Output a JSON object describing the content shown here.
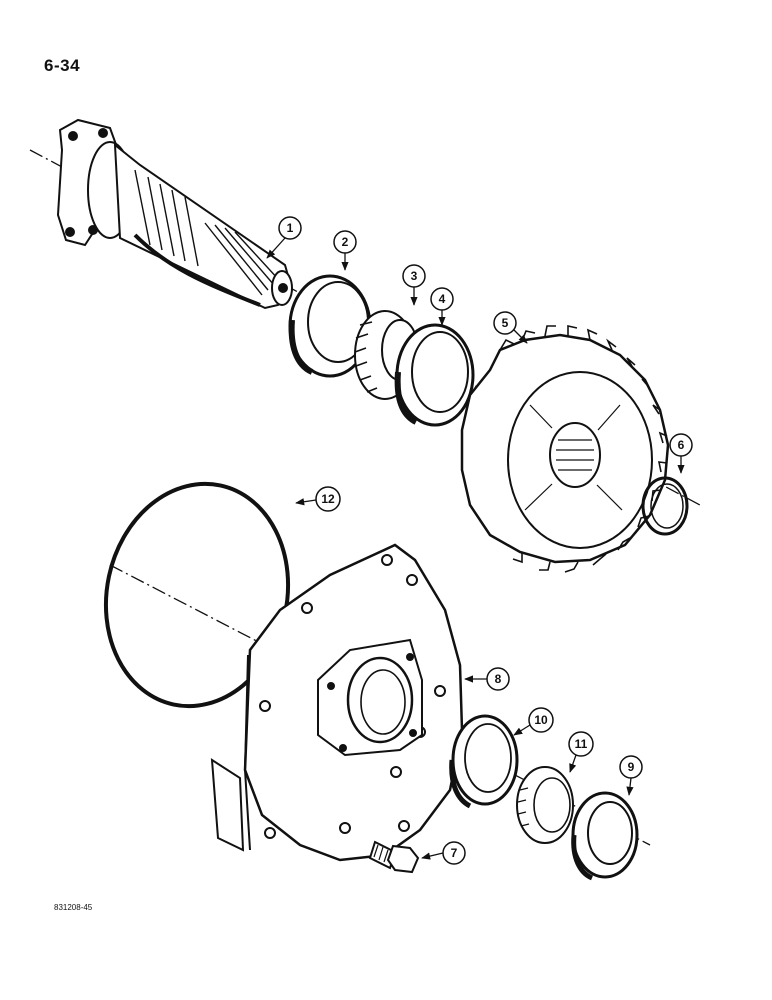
{
  "page": {
    "number": "6-34",
    "drawing_id": "831208-45"
  },
  "callouts": [
    {
      "id": "1",
      "label": "1"
    },
    {
      "id": "2",
      "label": "2"
    },
    {
      "id": "3",
      "label": "3"
    },
    {
      "id": "4",
      "label": "4"
    },
    {
      "id": "5",
      "label": "5"
    },
    {
      "id": "6",
      "label": "6"
    },
    {
      "id": "7",
      "label": "7"
    },
    {
      "id": "8",
      "label": "8"
    },
    {
      "id": "9",
      "label": "9"
    },
    {
      "id": "10",
      "label": "10"
    },
    {
      "id": "11",
      "label": "11"
    },
    {
      "id": "12",
      "label": "12"
    }
  ]
}
